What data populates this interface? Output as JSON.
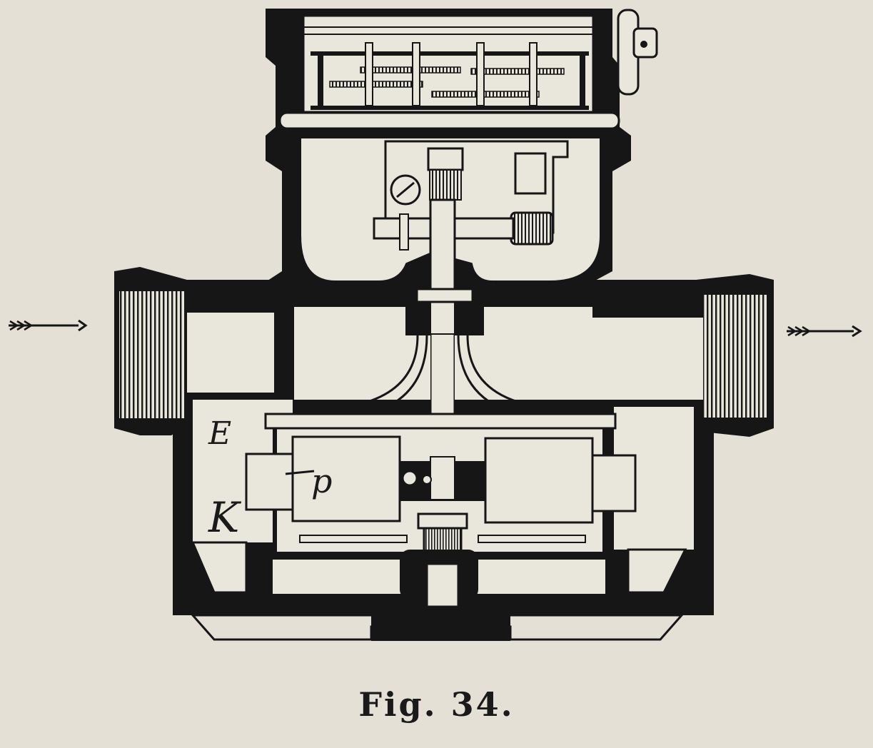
{
  "figure": {
    "caption": "Fig. 34.",
    "labels": {
      "chamber_e": "E",
      "chamber_k": "K",
      "piston_p": "p"
    },
    "arrows": {
      "inlet": "left-to-right",
      "outlet": "left-to-right"
    },
    "colors": {
      "paper": "#e4e0d5",
      "ink": "#161616",
      "cavity": "#e9e6dc"
    }
  }
}
